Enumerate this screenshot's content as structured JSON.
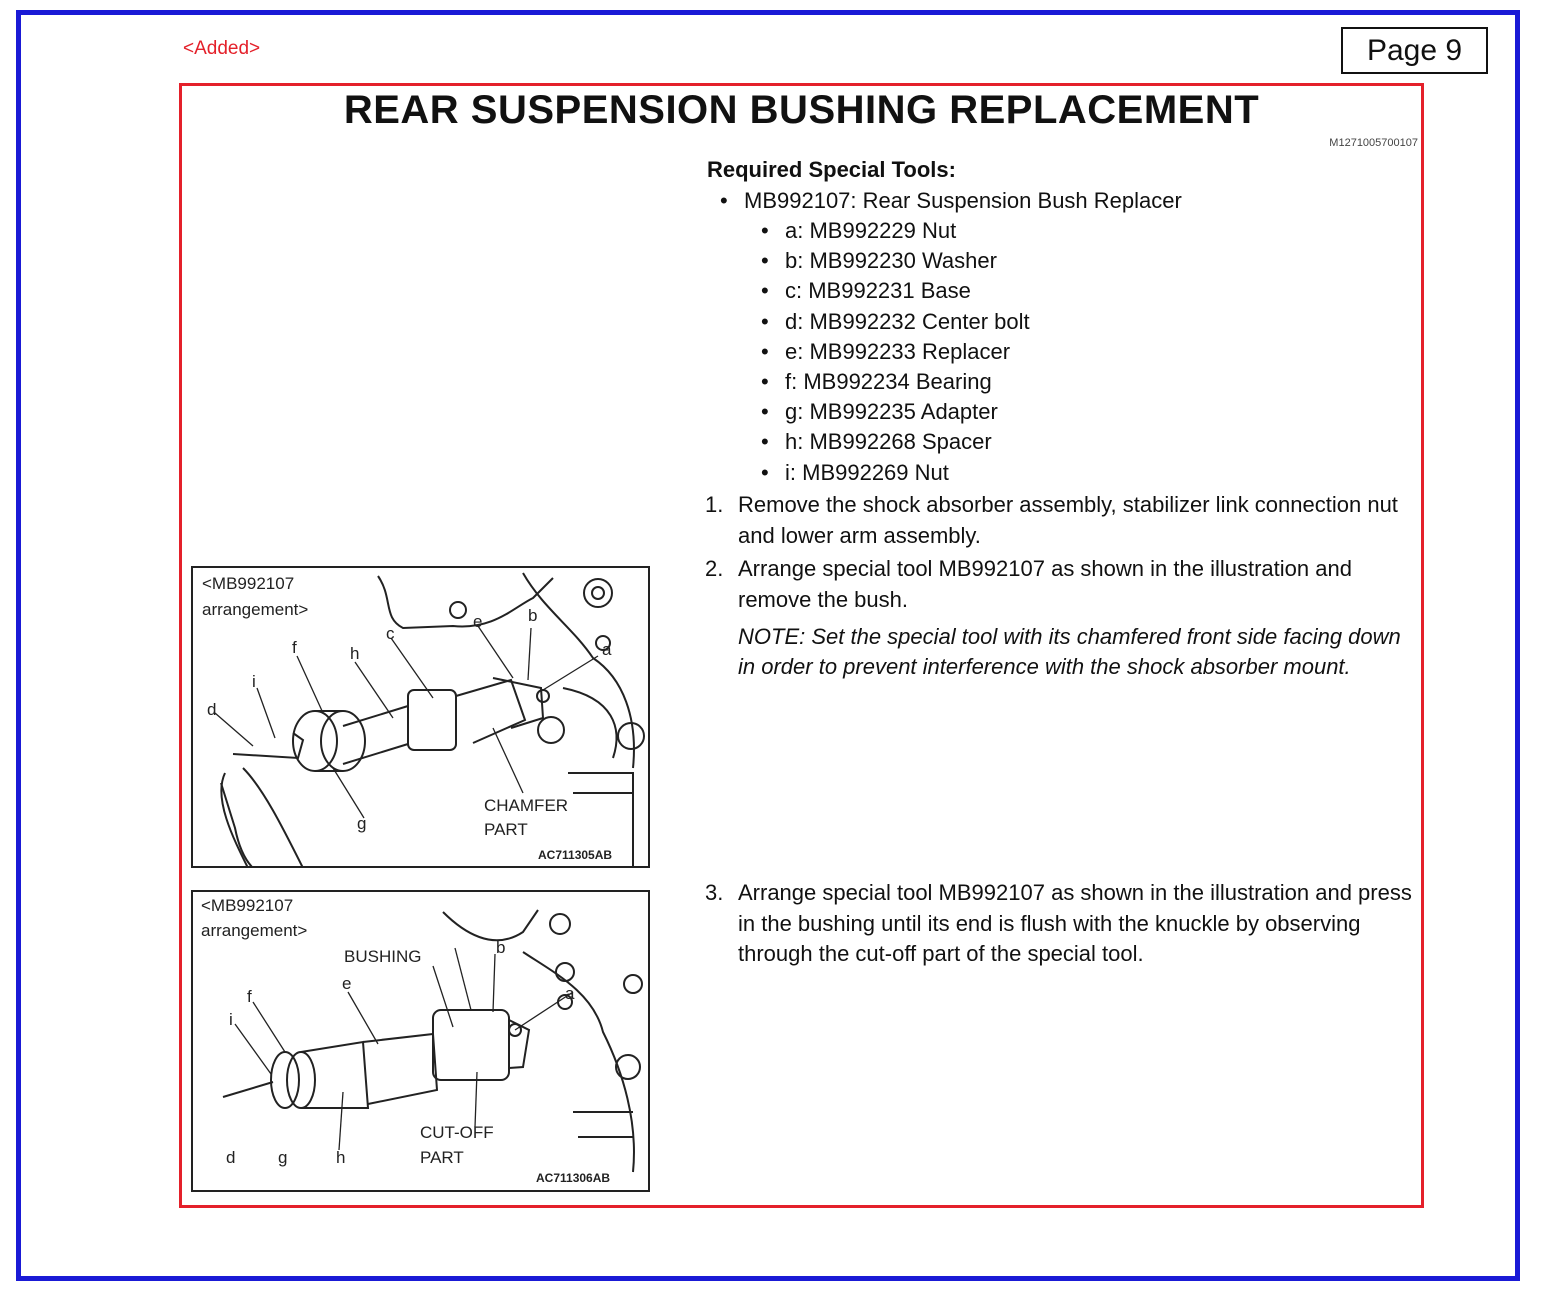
{
  "header": {
    "added_tag": "<Added>",
    "page_label": "Page 9"
  },
  "title": "REAR SUSPENSION BUSHING REPLACEMENT",
  "doc_id": "M1271005700107",
  "tools": {
    "heading": "Required Special Tools:",
    "main_item": "MB992107: Rear Suspension Bush Replacer",
    "sub_items": [
      "a: MB992229 Nut",
      "b: MB992230 Washer",
      "c: MB992231 Base",
      "d: MB992232 Center bolt",
      "e: MB992233 Replacer",
      "f: MB992234 Bearing",
      "g: MB992235 Adapter",
      "h: MB992268 Spacer",
      "i: MB992269 Nut"
    ]
  },
  "steps": [
    {
      "num": "1.",
      "text": "Remove the shock absorber assembly, stabilizer link connection nut and lower arm assembly."
    },
    {
      "num": "2.",
      "text": "Arrange special tool MB992107 as shown in the illustration and remove the bush."
    },
    {
      "num": "3.",
      "text": "Arrange special tool MB992107 as shown in the illustration and press in the bushing until its end is flush with the knuckle by observing through the cut-off part of the special tool."
    }
  ],
  "note": "NOTE: Set the special tool with its chamfered front side facing down in order to prevent interference with the shock absorber mount.",
  "figure1": {
    "caption_line1": "<MB992107",
    "caption_line2": "arrangement>",
    "labels": {
      "a": "a",
      "b": "b",
      "c": "c",
      "d": "d",
      "e": "e",
      "f": "f",
      "g": "g",
      "h": "h",
      "i": "i"
    },
    "callout_line1": "CHAMFER",
    "callout_line2": "PART",
    "code": "AC711305AB"
  },
  "figure2": {
    "caption_line1": "<MB992107",
    "caption_line2": "arrangement>",
    "bushing_label": "BUSHING",
    "labels": {
      "a": "a",
      "b": "b",
      "d": "d",
      "e": "e",
      "f": "f",
      "g": "g",
      "h": "h",
      "i": "i"
    },
    "callout_line1": "CUT-OFF",
    "callout_line2": "PART",
    "code": "AC711306AB"
  }
}
